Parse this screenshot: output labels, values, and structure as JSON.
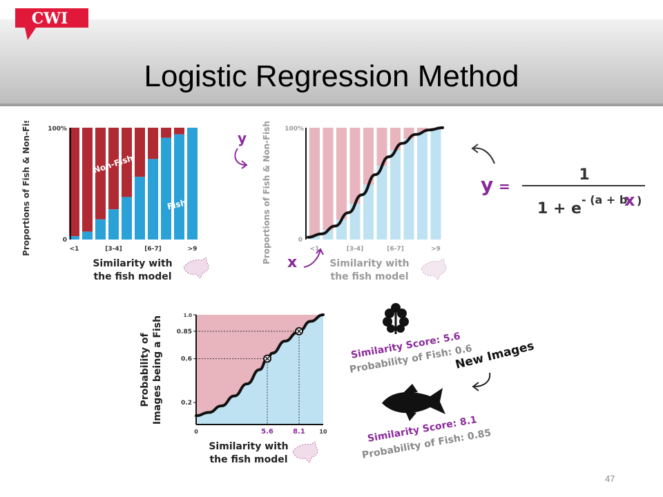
{
  "logo": {
    "text": "CWI",
    "color": "#e0183a"
  },
  "title": "Logistic Regression Method",
  "page_number": "47",
  "colors": {
    "red": "#b02a33",
    "blue": "#2aa2d8",
    "pink": "#e8b4bd",
    "light_blue": "#bfe2f2",
    "purple": "#8a2a9a",
    "curve": "#111111"
  },
  "chart_data": [
    {
      "type": "bar",
      "stacked": true,
      "categories": [
        "<1",
        "",
        "",
        "[3-4]",
        "",
        "",
        "[6-7]",
        "",
        "",
        ">9"
      ],
      "series": [
        {
          "name": "Fish",
          "values": [
            3,
            7,
            18,
            27,
            38,
            56,
            72,
            91,
            94,
            100
          ]
        },
        {
          "name": "Non-Fish",
          "values": [
            97,
            93,
            82,
            73,
            62,
            44,
            28,
            9,
            6,
            0
          ]
        }
      ],
      "ylabel": "Proportions of Fish & Non-Fish",
      "xlabel_line1": "Similarity with",
      "xlabel_line2": "the fish model",
      "y_top_label": "100%",
      "y_bottom_label": "0",
      "ylim": [
        0,
        100
      ]
    },
    {
      "type": "line",
      "background": "faded stacked bars",
      "categories": [
        "<1",
        "",
        "",
        "[3-4]",
        "",
        "",
        "[6-7]",
        "",
        "",
        ">9"
      ],
      "curve": {
        "x": [
          0,
          1,
          2,
          3,
          4,
          5,
          6,
          7,
          8,
          9,
          10
        ],
        "y": [
          2,
          5,
          12,
          24,
          40,
          58,
          74,
          86,
          94,
          98,
          100
        ]
      },
      "ylabel": "Proportions of Fish & Non-Fish",
      "xlabel_line1": "Similarity with",
      "xlabel_line2": "the fish model",
      "y_top_label": "100%",
      "y_bottom_label": "0",
      "annotation_y": "y",
      "annotation_x": "x",
      "ylim": [
        0,
        100
      ]
    },
    {
      "type": "line",
      "curve": {
        "x": [
          0,
          1,
          2,
          3,
          4,
          5,
          5.6,
          6,
          7,
          8,
          8.1,
          9,
          10
        ],
        "y": [
          0.08,
          0.11,
          0.17,
          0.26,
          0.37,
          0.5,
          0.6,
          0.65,
          0.76,
          0.84,
          0.85,
          0.94,
          1.0
        ]
      },
      "highlight_points": [
        {
          "x": 5.6,
          "y": 0.6,
          "xlabel": "5.6",
          "ylabel": "0.6"
        },
        {
          "x": 8.1,
          "y": 0.85,
          "xlabel": "8.1",
          "ylabel": "0.85"
        }
      ],
      "y_ticks": [
        "1.0",
        "0.85",
        "0.6",
        "0.2"
      ],
      "x_ticks": [
        "0",
        "10"
      ],
      "ylabel_line1": "Probability of",
      "ylabel_line2": "Images being a Fish",
      "xlabel_line1": "Similarity with",
      "xlabel_line2": "the fish model",
      "xlim": [
        0,
        10
      ],
      "ylim": [
        0,
        1
      ]
    }
  ],
  "formula": {
    "lhs": "y",
    "equals": "=",
    "numerator": "1",
    "denominator": "1 + e",
    "exponent_prefix": "- (a + b",
    "exponent_x": "x",
    "exponent_suffix": ")"
  },
  "new_images": {
    "label": "New Images",
    "plant": {
      "icon": "plant-icon",
      "score_label": "Similarity Score: 5.6",
      "prob_label": "Probability of Fish: 0.6"
    },
    "fish": {
      "icon": "fish-icon",
      "score_label": "Similarity Score: 8.1",
      "prob_label": "Probability of Fish: 0.85"
    }
  }
}
